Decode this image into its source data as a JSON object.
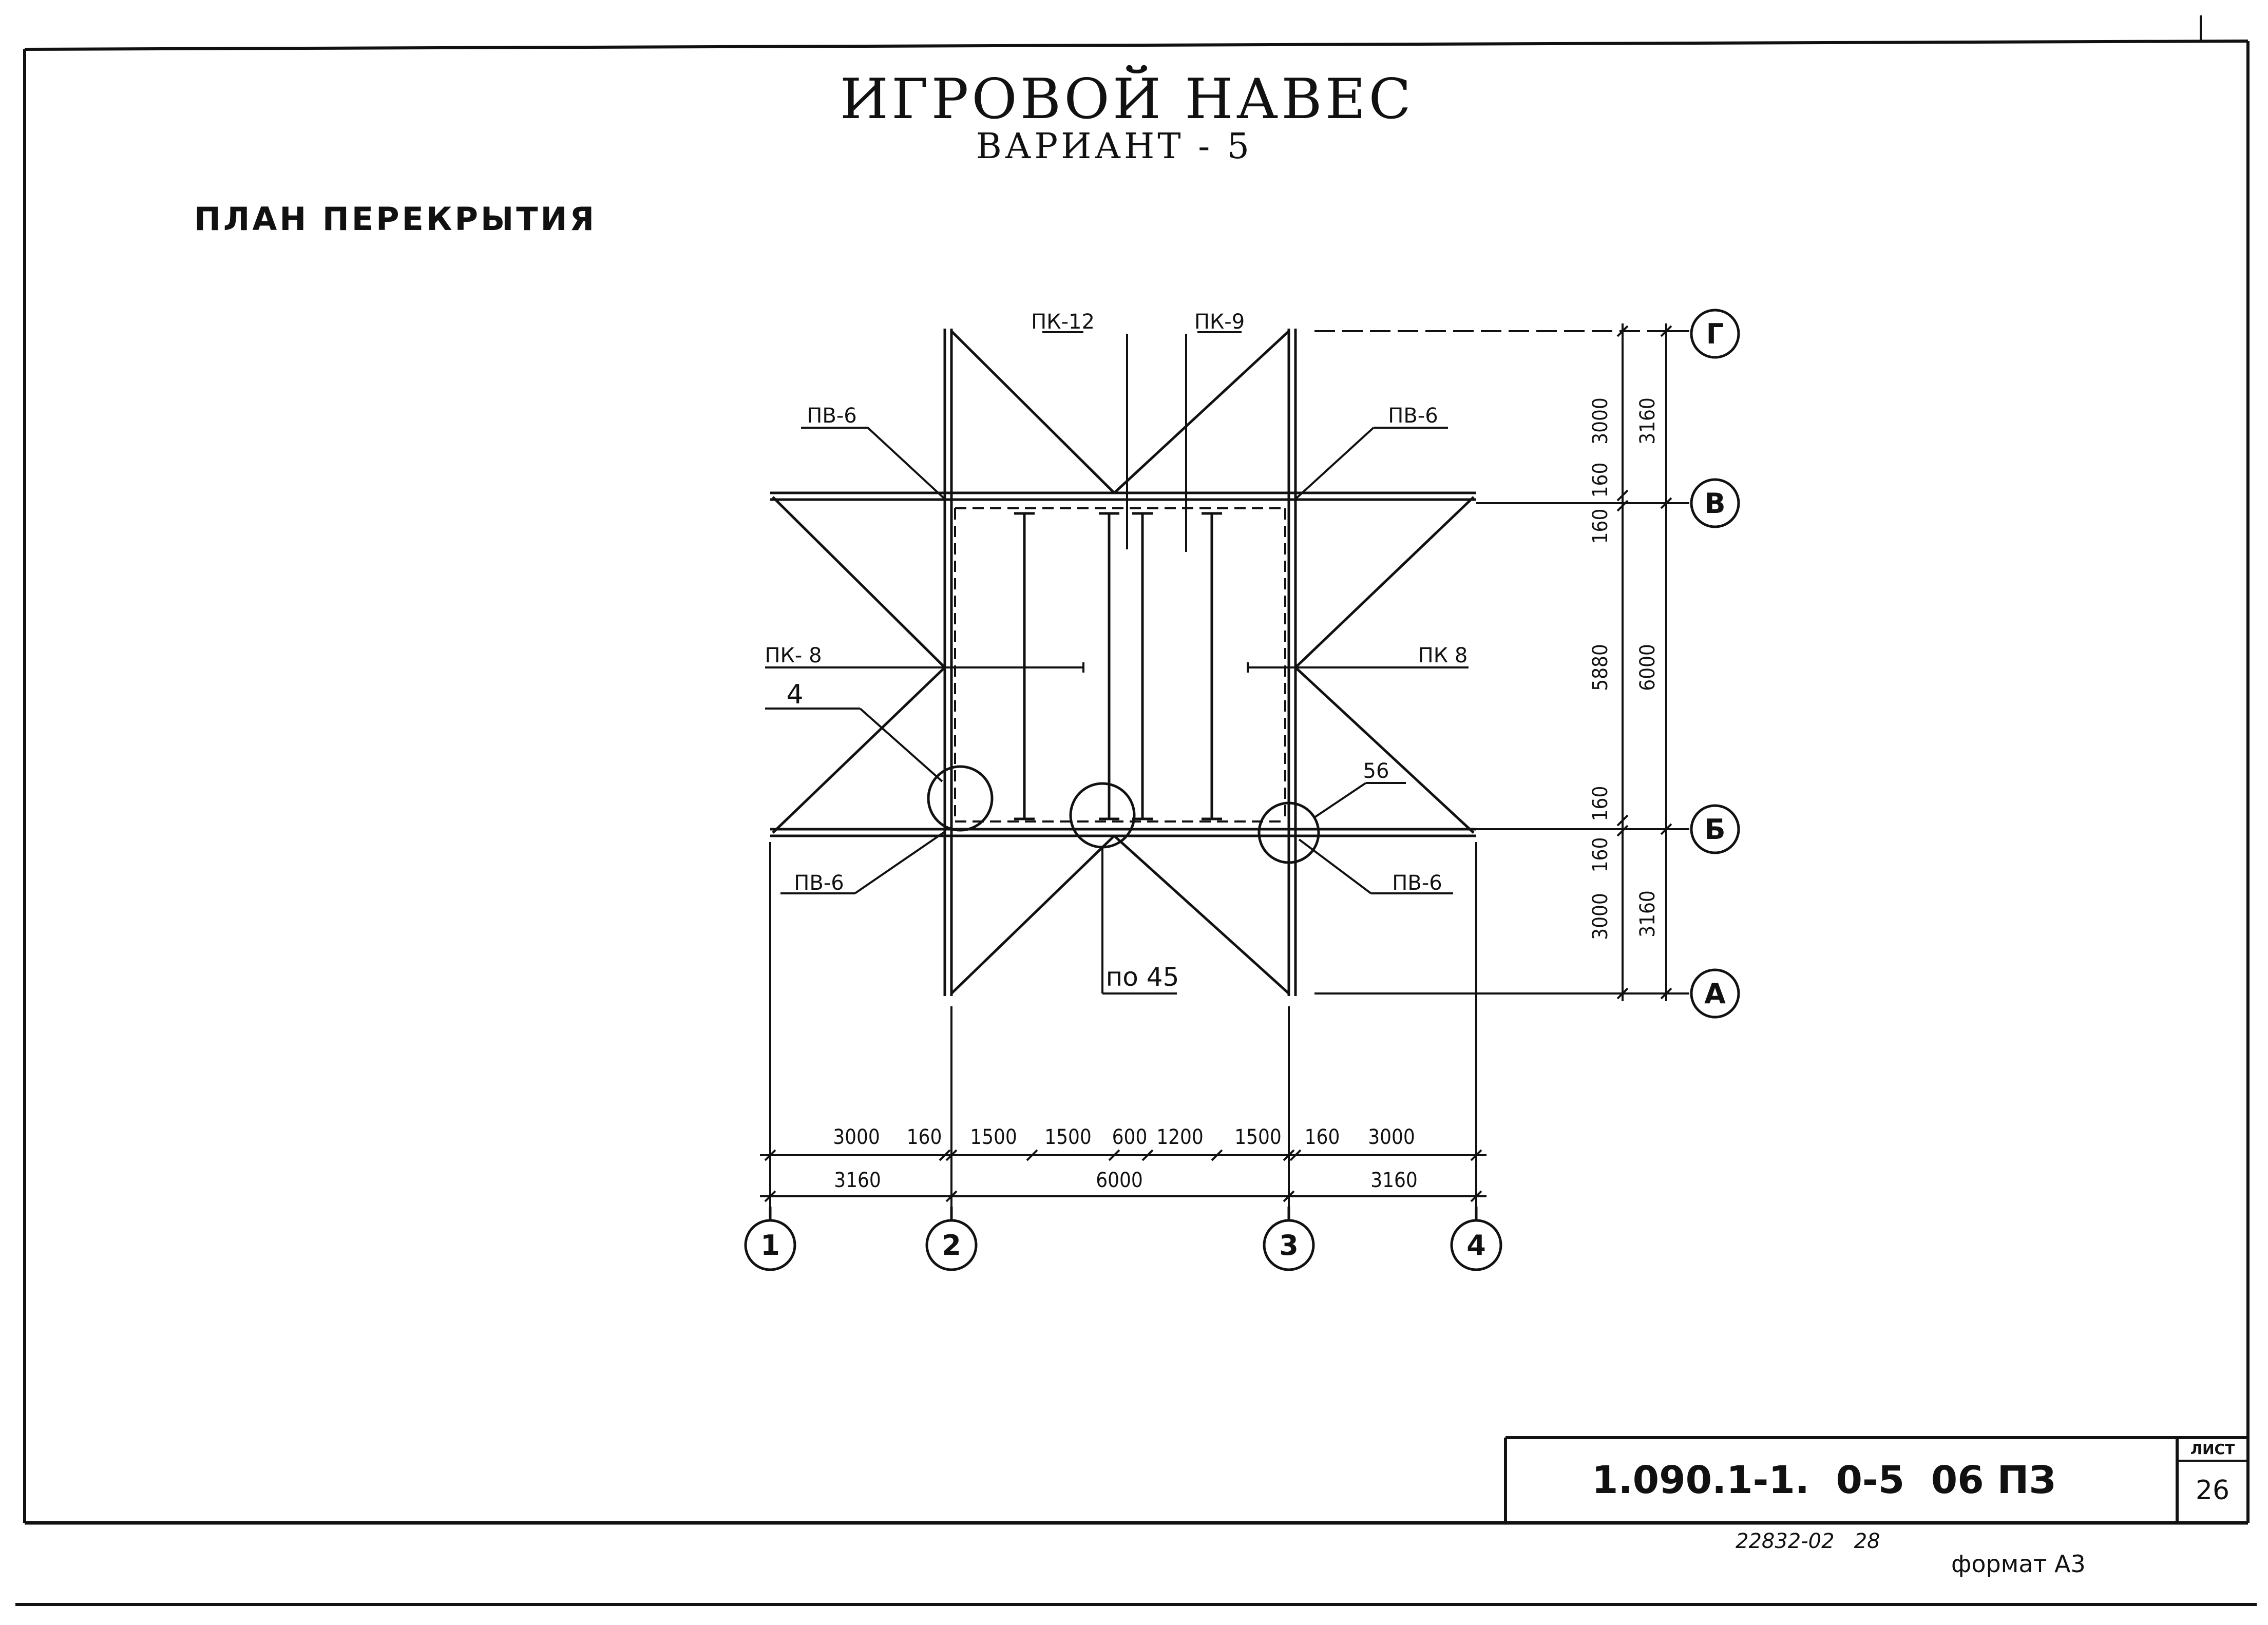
{
  "title": {
    "main": "ИГРОВОЙ НАВЕС",
    "subtitle": "ВАРИАНТ - 5",
    "section": "ПЛАН ПЕРЕКРЫТИЯ"
  },
  "labels": {
    "pk12": "ПК-12",
    "pk9": "ПК-9",
    "pv6_tl": "ПВ-6",
    "pv6_tr": "ПВ-6",
    "pv6_bl": "ПВ-6",
    "pv6_br": "ПВ-6",
    "pk8_l": "ПК- 8",
    "pk8_r": "ПК 8",
    "node4": "4",
    "node56": "56",
    "po45": "по 45"
  },
  "axes": {
    "columns": [
      "1",
      "2",
      "3",
      "4"
    ],
    "rows": [
      "Г",
      "В",
      "Б",
      "А"
    ]
  },
  "dimensions": {
    "bottom_detail": [
      "3000",
      "160",
      "1500",
      "1500",
      "600",
      "1200",
      "1500",
      "160",
      "3000"
    ],
    "bottom_total": [
      "3160",
      "6000",
      "3160"
    ],
    "right_detail": [
      "3000",
      "160",
      "160",
      "5880",
      "160",
      "160",
      "3000"
    ],
    "right_total": [
      "3160",
      "6000",
      "3160"
    ]
  },
  "stamp": {
    "code": "1.090.1-1.  0-5  06 ПЗ",
    "sheet_label": "ЛИСТ",
    "sheet_number": "26",
    "inventory": "22832-02   28",
    "format": "формат А3"
  }
}
